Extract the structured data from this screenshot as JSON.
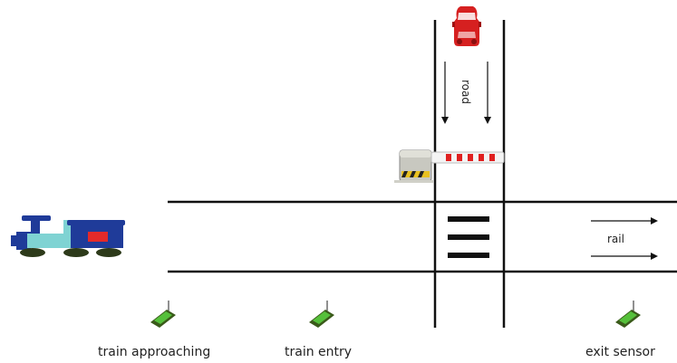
{
  "labels": {
    "road": "road",
    "rail": "rail",
    "train_approaching": "train approaching",
    "train_entry": "train entry",
    "exit_sensor": "exit sensor"
  },
  "colors": {
    "line": "#111111",
    "car": "#d62020",
    "train_body": "#1f3b99",
    "train_cabin": "#7fd3d3",
    "train_window": "#e32a2a",
    "train_wheels": "#2d3a1a",
    "sensor_body": "#3a5a1a",
    "sensor_top": "#55c03a",
    "barrier_red": "#e02020",
    "gate_box": "#c8c8c0"
  },
  "icons": {
    "car": "car-icon",
    "train": "train-icon",
    "sensor": "sensor-icon",
    "barrier": "barrier-gate-icon"
  }
}
